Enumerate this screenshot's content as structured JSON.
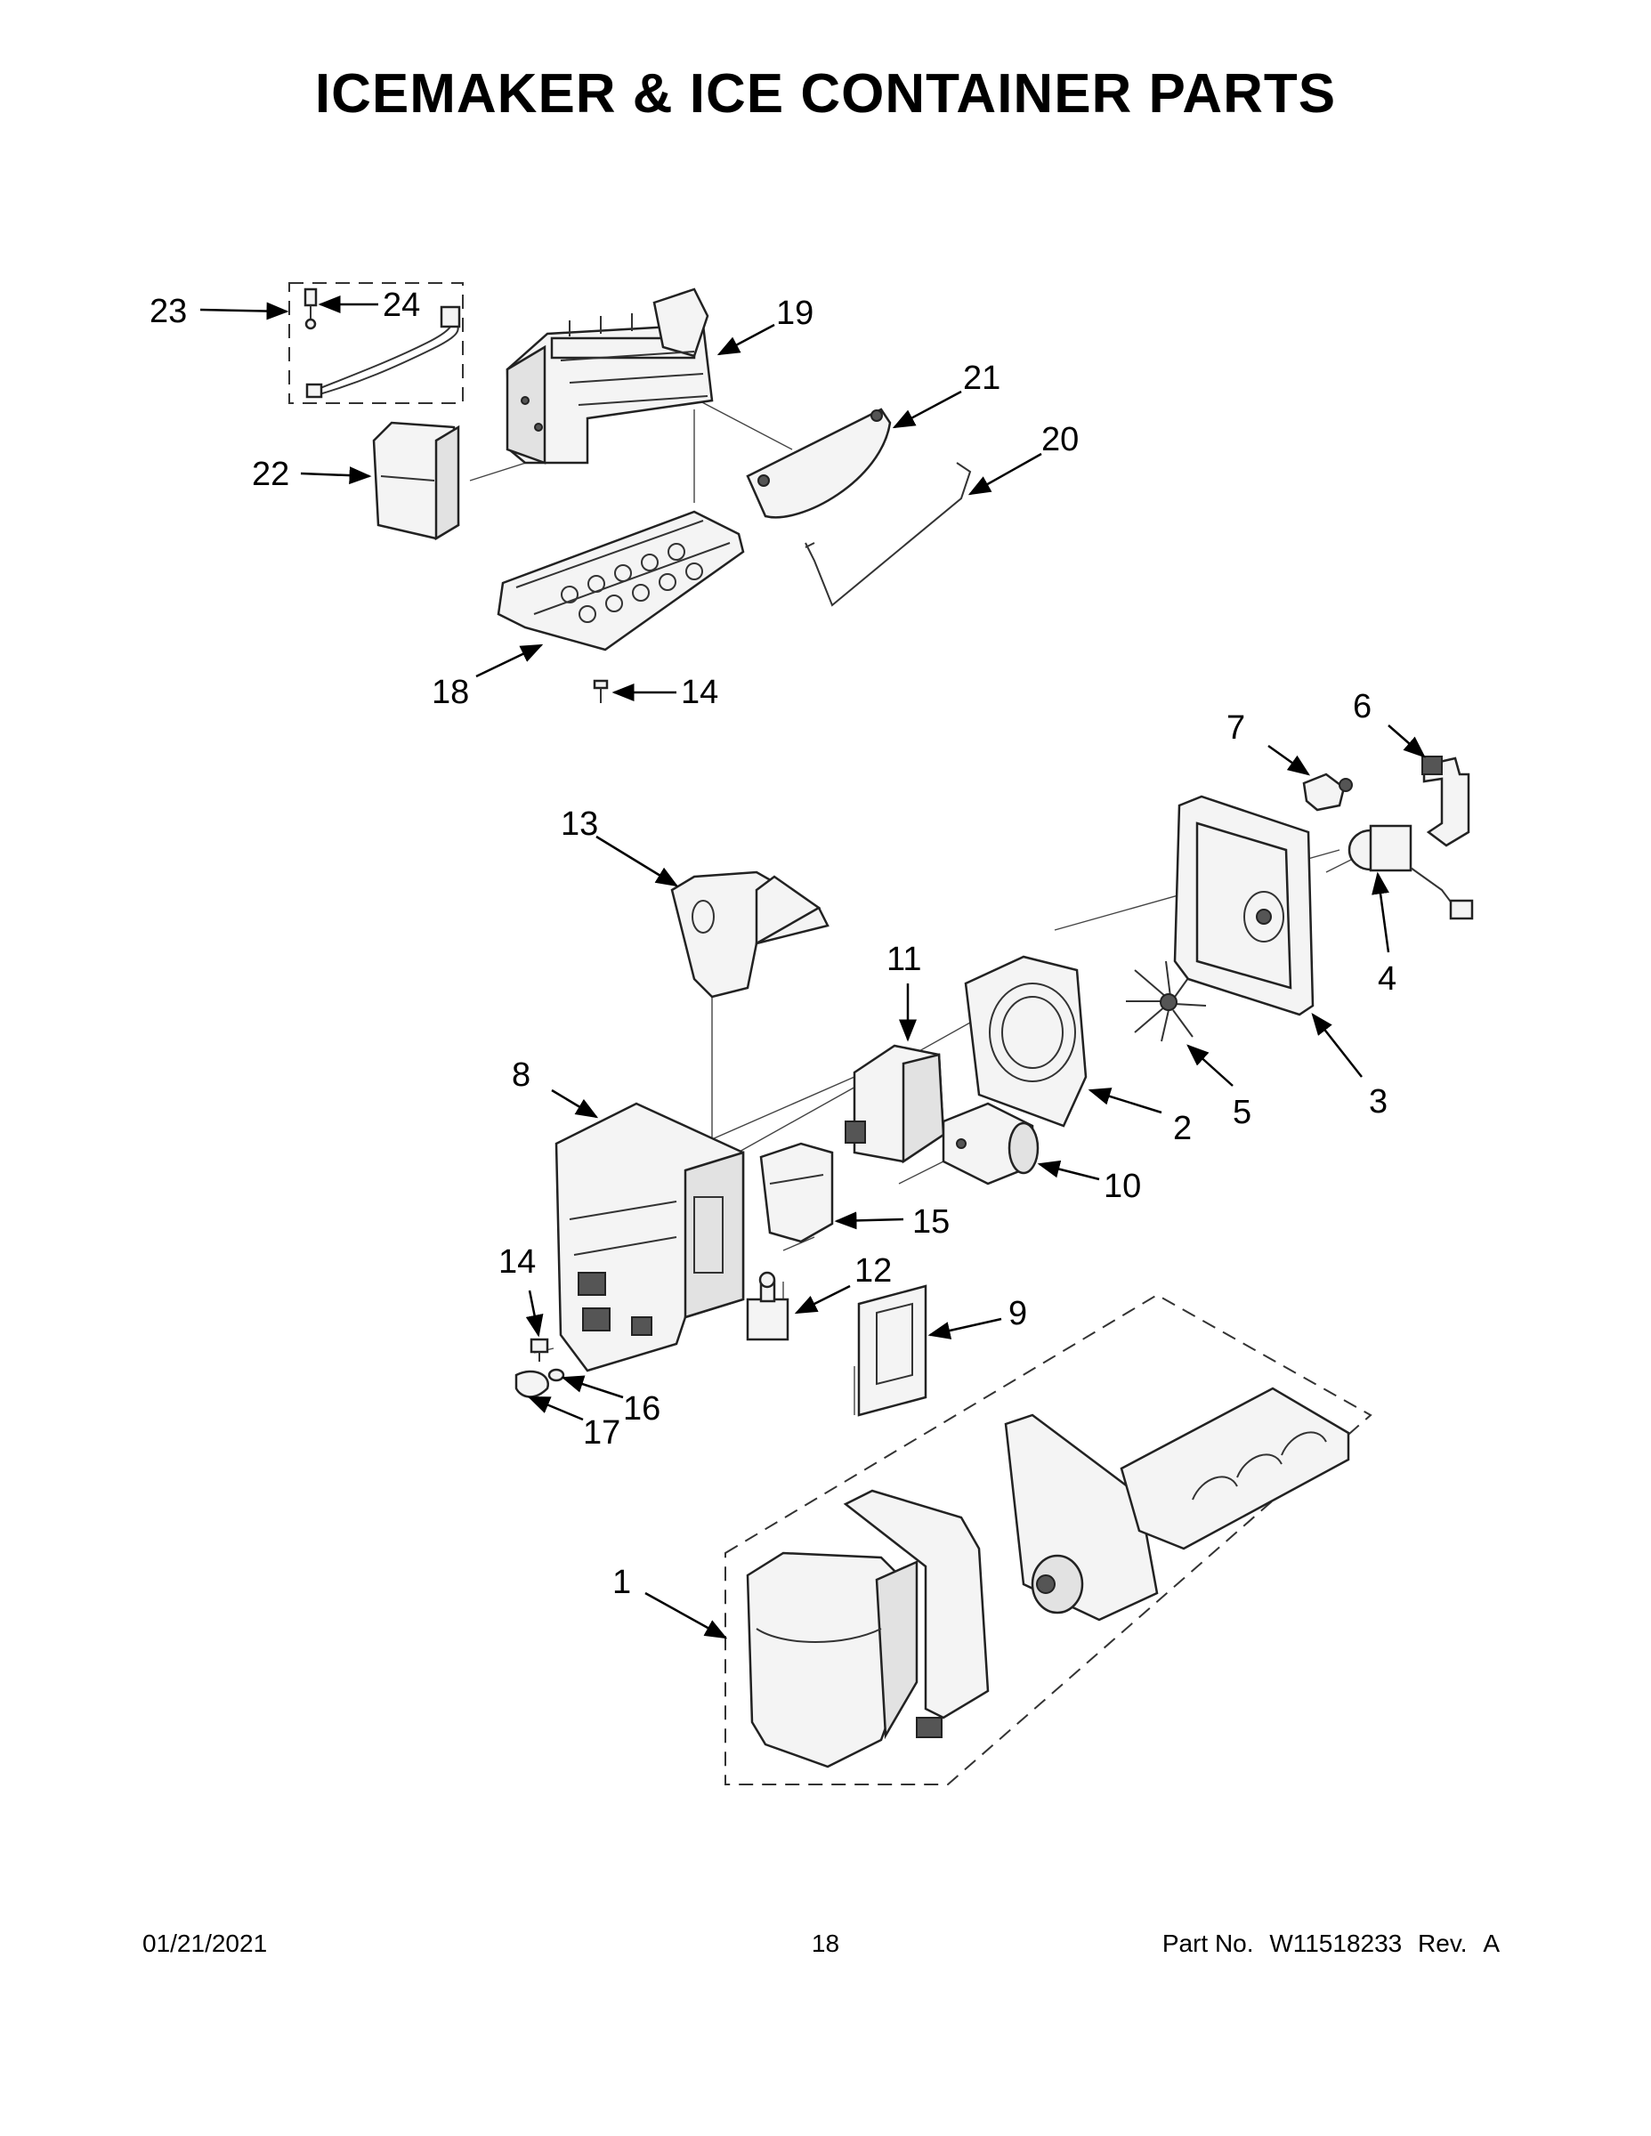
{
  "title": "ICEMAKER & ICE CONTAINER PARTS",
  "callouts": [
    "24",
    "23",
    "19",
    "21",
    "20",
    "22",
    "18",
    "14",
    "13",
    "7",
    "6",
    "11",
    "4",
    "5",
    "3",
    "2",
    "8",
    "10",
    "15",
    "12",
    "9",
    "16",
    "17",
    "1"
  ],
  "footer": {
    "date": "01/21/2021",
    "page": "18",
    "part_no_label": "Part No.",
    "part_no": "W11518233",
    "rev_label": "Rev.",
    "rev": "A"
  }
}
